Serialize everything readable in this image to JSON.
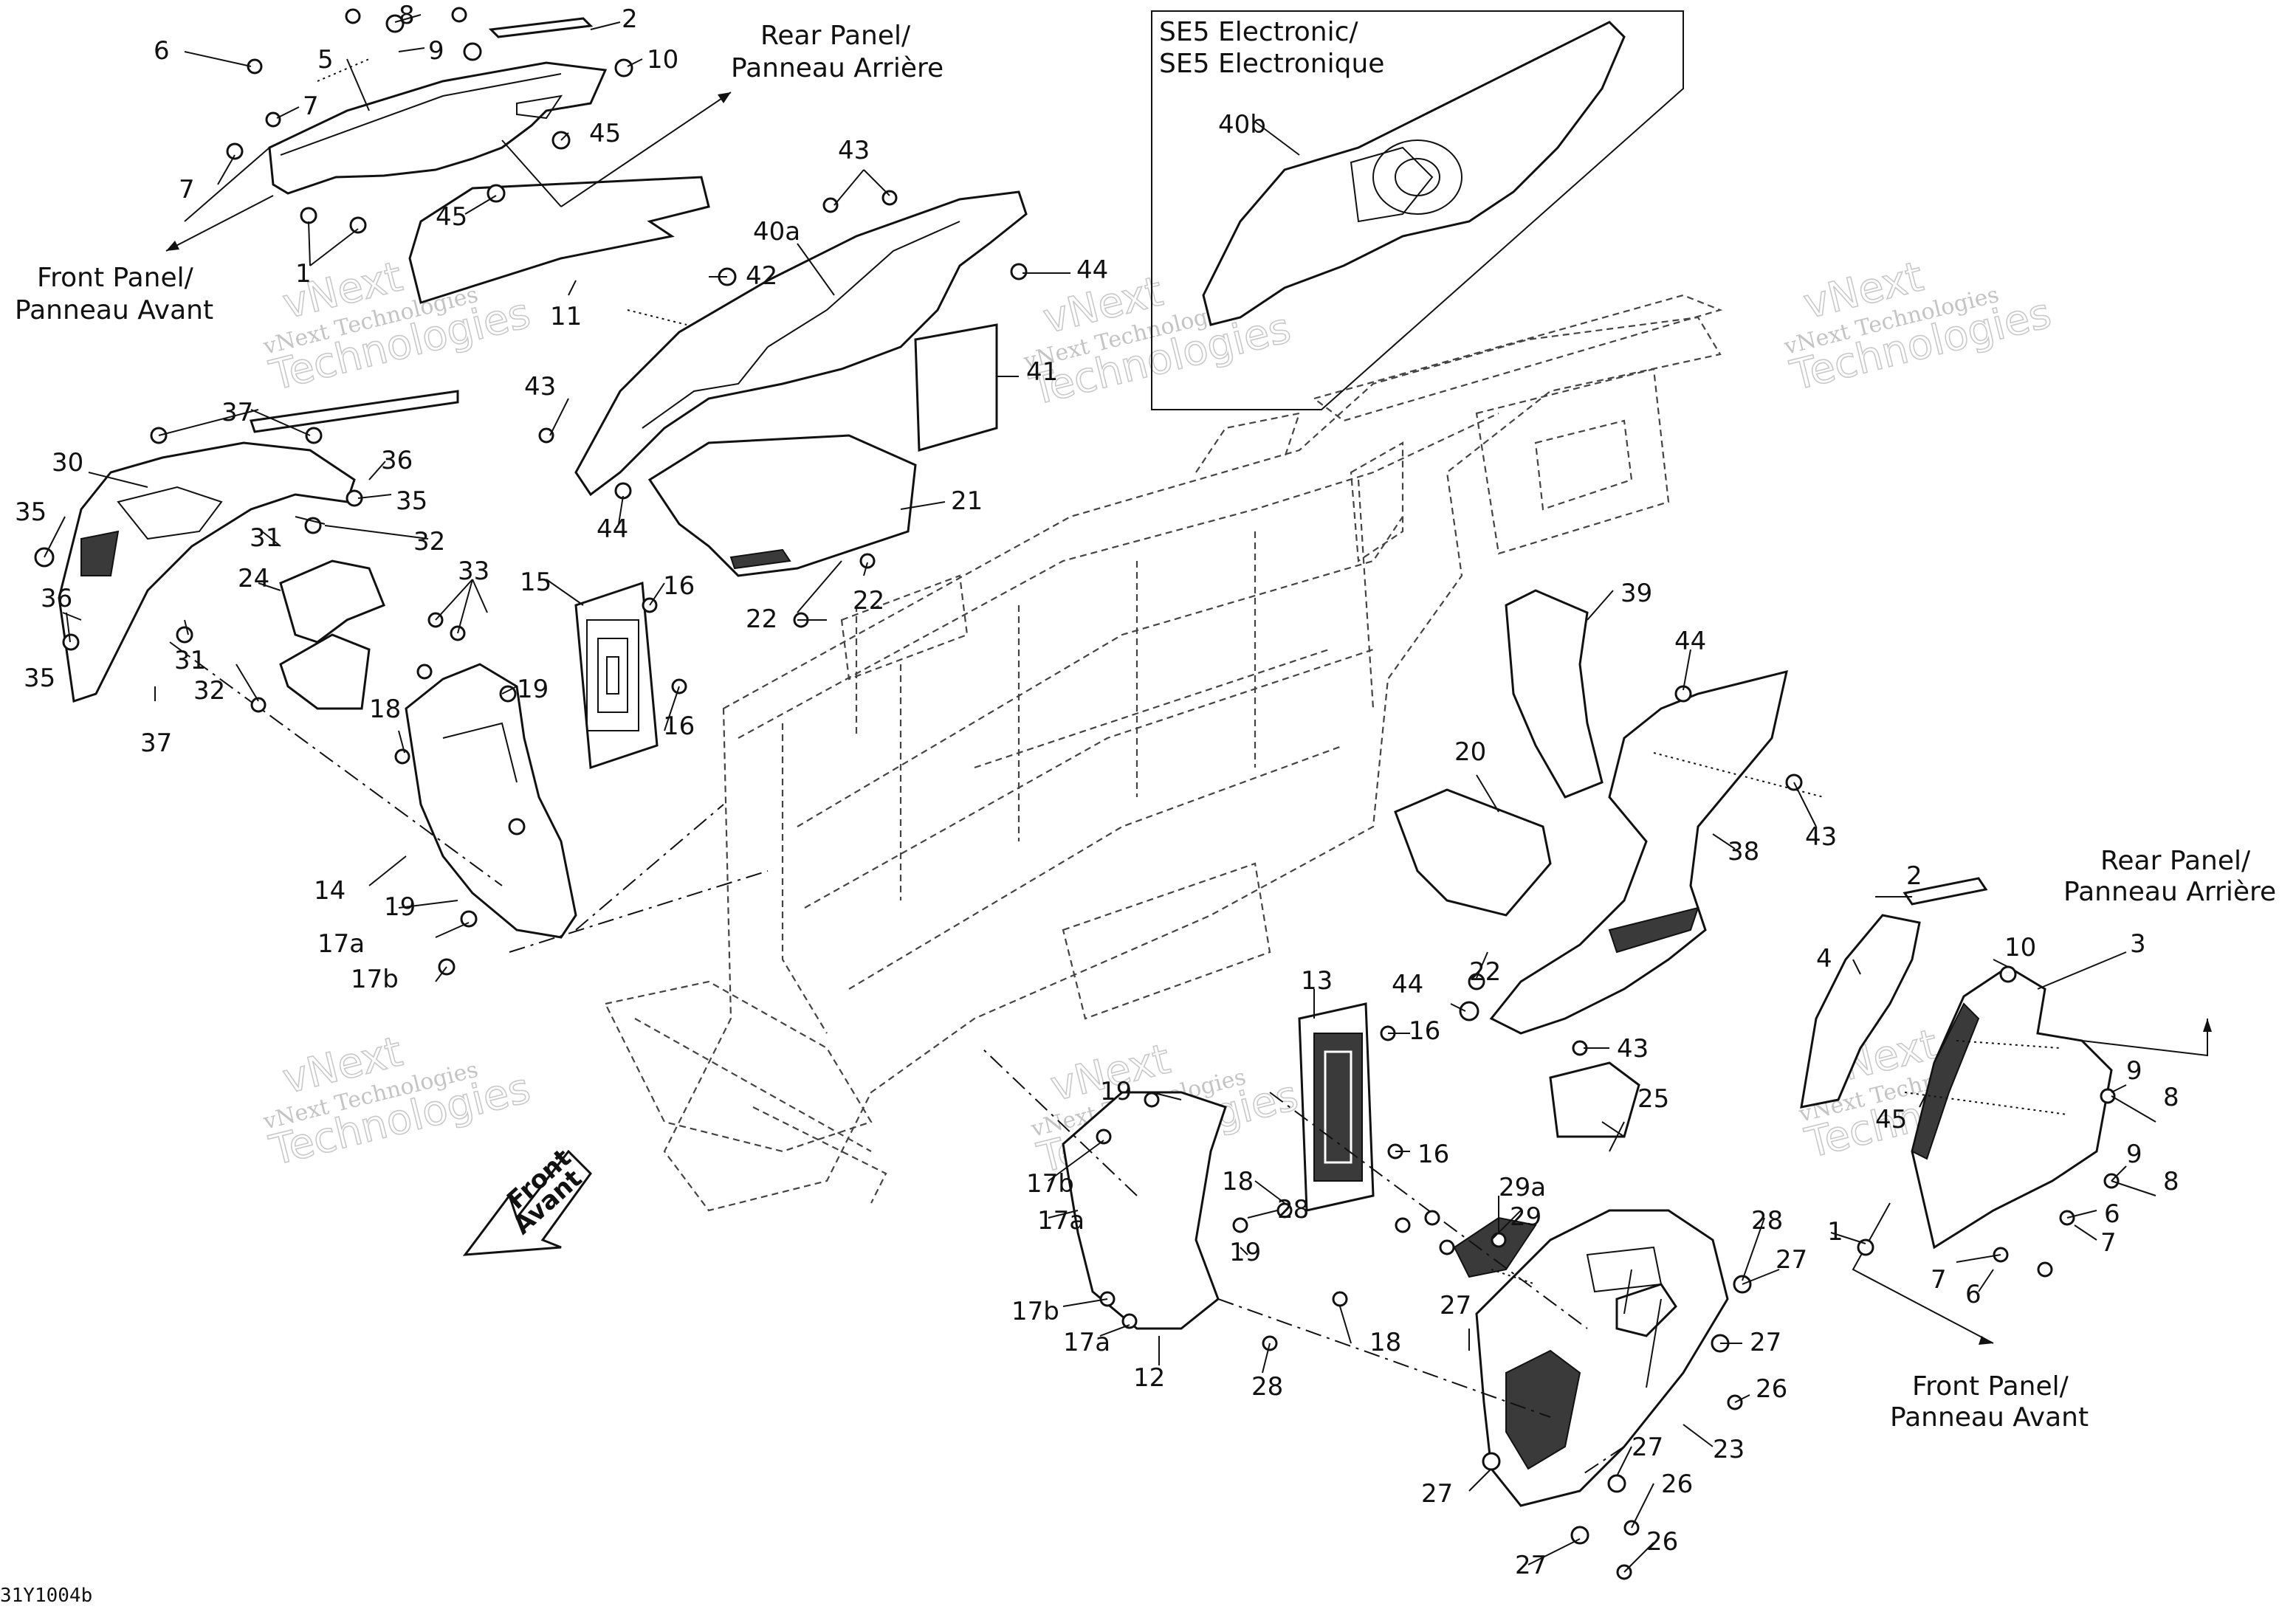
{
  "diagram": {
    "code": "31Y1004b",
    "inset_title": [
      "SE5 Electronic/",
      "SE5 Electronique"
    ],
    "directions": {
      "rear_top": [
        "Rear Panel/",
        "Panneau Arrière"
      ],
      "front_top": [
        "Front Panel/",
        "Panneau Avant"
      ],
      "rear_right": [
        "Rear Panel/",
        "Panneau Arrière"
      ],
      "front_right": [
        "Front Panel/",
        "Panneau Avant"
      ],
      "front_arrow": [
        "Front",
        "Avant"
      ]
    },
    "watermark": {
      "line1": "vNext Technologies",
      "line2": "vNext",
      "line3": "Technologies"
    },
    "callouts": [
      "6",
      "8",
      "2",
      "9",
      "10",
      "5",
      "7",
      "45",
      "7",
      "45",
      "1",
      "43",
      "40a",
      "42",
      "44",
      "11",
      "41",
      "43",
      "44",
      "21",
      "22",
      "22",
      "22",
      "40b",
      "37",
      "30",
      "36",
      "35",
      "31",
      "32",
      "35",
      "36",
      "33",
      "24",
      "31",
      "35",
      "32",
      "37",
      "15",
      "16",
      "19",
      "16",
      "18",
      "14",
      "19",
      "17a",
      "17b",
      "39",
      "44",
      "20",
      "38",
      "43",
      "22",
      "44",
      "43",
      "2",
      "4",
      "3",
      "10",
      "9",
      "8",
      "45",
      "9",
      "8",
      "6",
      "1",
      "7",
      "7",
      "6",
      "13",
      "16",
      "19",
      "17b",
      "17a",
      "18",
      "28",
      "16",
      "29a",
      "29",
      "19",
      "17b",
      "17a",
      "12",
      "18",
      "28",
      "25",
      "28",
      "27",
      "27",
      "27",
      "26",
      "23",
      "27",
      "26",
      "27",
      "26",
      "27"
    ]
  }
}
